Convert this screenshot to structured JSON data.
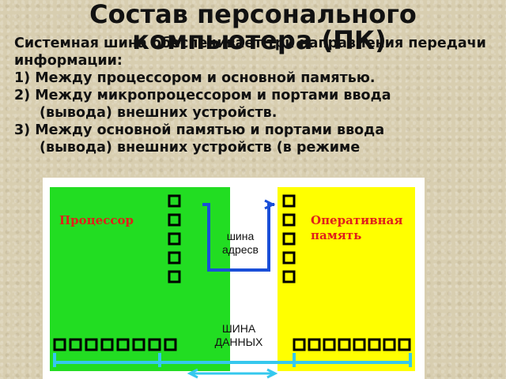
{
  "slide": {
    "title_line1": "Состав персонального",
    "title_line2": "компьютера (ПК)",
    "paragraph_intro": "Системная шина обеспечивает три направления передачи информации:",
    "item1": "1) Между процессором и основной памятью.",
    "item2_line1": "2) Между микропроцессором и портами ввода",
    "item2_line2": "(вывода) внешних устройств.",
    "item3_line1": "3) Между основной памятью и портами ввода",
    "item3_line2": "(вывода) внешних устройств (в режиме"
  },
  "diagram": {
    "processor_label": "Процессор",
    "memory_label_line1": "Оперативная",
    "memory_label_line2": "память",
    "address_bus_line1": "шина",
    "address_bus_line2": "адресв",
    "data_bus_line1": "ШИНА",
    "data_bus_line2": "ДАННЫХ"
  },
  "colors": {
    "processor": "#22dd22",
    "memory": "#ffff00",
    "address_bus": "#1a4fd8",
    "data_bus": "#35c8ee",
    "label_red": "#e0201a"
  }
}
